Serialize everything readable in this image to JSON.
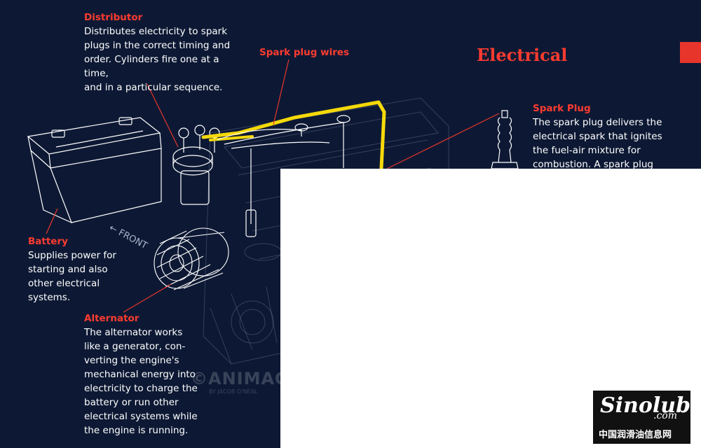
{
  "heading": "Electrical",
  "labels": {
    "distributor": {
      "title": "Distributor",
      "lines": [
        "Distributes electricity to spark",
        "plugs in the correct timing and",
        "order. Cylinders fire one at a time,",
        "and in a particular sequence."
      ]
    },
    "spark_plug_wires": {
      "title": "Spark plug wires"
    },
    "spark_plug": {
      "title": "Spark Plug",
      "lines": [
        "The spark plug delivers the",
        "electrical spark that ignites",
        "the fuel-air mixture for",
        "combustion. A spark plug"
      ]
    },
    "battery": {
      "title": "Battery",
      "lines": [
        "Supplies power for",
        "starting and also",
        "other electrical",
        "systems."
      ]
    },
    "alternator": {
      "title": "Alternator",
      "lines": [
        "The alternator works",
        "like a generator, con-",
        "verting the engine's",
        "mechanical energy into",
        "electricity to charge the",
        "battery or run other",
        "electrical systems while",
        "the engine is running."
      ]
    }
  },
  "front_arrow": "← FRONT",
  "watermark": {
    "main": "©ANIMAG",
    "credit": "BY JACOB O'NEAL"
  },
  "logo": {
    "brand": "Sinolub",
    "domain": ".com",
    "chinese": "中国润滑油信息网"
  },
  "colors": {
    "background": "#0d1934",
    "accent": "#ff3b30",
    "wire": "#f5d90a",
    "line": "#ffffff"
  }
}
